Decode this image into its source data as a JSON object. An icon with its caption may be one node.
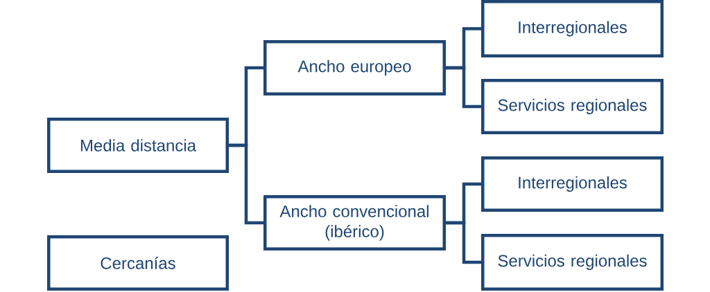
{
  "diagram": {
    "nodes": [
      {
        "text": [
          "Media distancia"
        ]
      },
      {
        "text": [
          "Ancho europeo"
        ]
      },
      {
        "text": [
          "Interregionales"
        ]
      },
      {
        "text": [
          "Servicios regionales"
        ]
      },
      {
        "text": [
          "Ancho convencional (ibérico)"
        ]
      },
      {
        "text": [
          "Interregionales"
        ]
      },
      {
        "text": [
          "Servicios regionales"
        ]
      },
      {
        "text": [
          "Cercanías"
        ]
      }
    ],
    "edges": [
      {
        "from": 0,
        "to": 1,
        "arrow": "none"
      },
      {
        "from": 0,
        "to": 4,
        "arrow": "none"
      },
      {
        "from": 1,
        "to": 2,
        "arrow": "none"
      },
      {
        "from": 1,
        "to": 3,
        "arrow": "none"
      },
      {
        "from": 4,
        "to": 5,
        "arrow": "none"
      },
      {
        "from": 4,
        "to": 6,
        "arrow": "none"
      }
    ]
  }
}
